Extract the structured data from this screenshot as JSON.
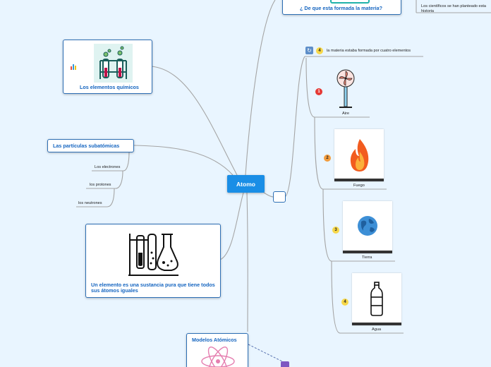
{
  "center": {
    "label": "Atomo"
  },
  "top_node": {
    "label": "¿ De que esta formada la materia?",
    "note": "Los científicos se han planteado esta historia"
  },
  "quimicos": {
    "label": "Los elementos químicos"
  },
  "subatomicas": {
    "label": "Las partículas subatómicas",
    "items": [
      "Los electrones",
      "los protones",
      "los neutrones"
    ]
  },
  "elemento": {
    "label": "Un elemento es una sustancia pura que tiene todos sus átomos iguales"
  },
  "modelos": {
    "label": "Modelos Atómicos"
  },
  "elementos_branch": {
    "header": "la materia estaba formada por cuatro elementos",
    "header_badge": "4",
    "items": [
      {
        "num": "1",
        "label": "Aire"
      },
      {
        "num": "2",
        "label": "Fuego"
      },
      {
        "num": "3",
        "label": "Tierra"
      },
      {
        "num": "4",
        "label": "Agua"
      }
    ]
  },
  "colors": {
    "accent": "#1565c0",
    "center_bg": "#1a8ee6",
    "background": "#e9f5ff",
    "link": "#9e9e9e",
    "badge_red": "#e53935",
    "badge_orange": "#f39c3d",
    "badge_yellow": "#f7d84a",
    "purple": "#7e57c2"
  }
}
